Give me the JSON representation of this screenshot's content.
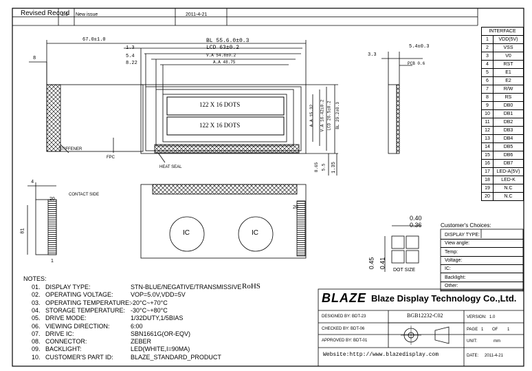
{
  "revision": {
    "header_label": "Revised Record",
    "rev": "1.0",
    "description": "New issue",
    "date": "2011-4-21"
  },
  "dimensions": {
    "overall_width": "67.0±1.0",
    "bl": "BL  55.6.0±0.3",
    "lcd": "LCD  63±0.2",
    "va": "V.A  54.8±0.2",
    "aa": "A.A  48.75",
    "d13": "1.3",
    "d54": "5.4",
    "d822": "8.22",
    "d8": "8",
    "d33": "3.3",
    "d54b": "5.4±0.3",
    "pcb": "PCB 0.6",
    "d4": "4",
    "d20": "20",
    "d1": "1",
    "d20b": "20",
    "d81": "81",
    "d865": "8.65",
    "d55": "5.5",
    "d135": "1.35",
    "v_aa": "A.A  15.32",
    "v_va": "V.A  16.42±0.2",
    "v_lcd": "LCD  26.5±0.2",
    "v_bl": "BL  29.2±0.3",
    "dim_040": "0.40",
    "dim_036": "0.36",
    "dim_045": "0.45",
    "dim_041": "0.41"
  },
  "labels": {
    "row1": "122 X 16 DOTS",
    "row2": "122 X 16 DOTS",
    "stiffener": "STIFFENER",
    "fpc": "FPC",
    "heat_seal": "HEAT SEAL",
    "contact_side": "CONTACT SIDE",
    "ic1": "IC",
    "ic2": "IC",
    "dot_size": "DOT SIZE"
  },
  "interface": {
    "title": "INTERFACE",
    "pins": [
      {
        "n": "1",
        "name": "VDD(5V)"
      },
      {
        "n": "2",
        "name": "VSS"
      },
      {
        "n": "3",
        "name": "V0"
      },
      {
        "n": "4",
        "name": "RST"
      },
      {
        "n": "5",
        "name": "E1"
      },
      {
        "n": "6",
        "name": "E2"
      },
      {
        "n": "7",
        "name": "R/W"
      },
      {
        "n": "8",
        "name": "RS"
      },
      {
        "n": "9",
        "name": "DB0"
      },
      {
        "n": "10",
        "name": "DB1"
      },
      {
        "n": "11",
        "name": "DB2"
      },
      {
        "n": "12",
        "name": "DB3"
      },
      {
        "n": "13",
        "name": "DB4"
      },
      {
        "n": "14",
        "name": "DB5"
      },
      {
        "n": "15",
        "name": "DB6"
      },
      {
        "n": "16",
        "name": "DB7"
      },
      {
        "n": "17",
        "name": "LED-A(5V)"
      },
      {
        "n": "18",
        "name": "LED-K"
      },
      {
        "n": "19",
        "name": "N.C"
      },
      {
        "n": "20",
        "name": "N.C"
      }
    ]
  },
  "customer_choices": {
    "title": "Customer's Choices:",
    "rows": [
      "DISPLAY TYPE:",
      "View angle:",
      "Temp:",
      "Voltage:",
      "IC:",
      "Backlight:",
      "Other:"
    ]
  },
  "notes": {
    "title": "NOTES:",
    "items": [
      {
        "n": "01.",
        "label": "DISPLAY TYPE:",
        "value": "STN-BLUE/NEGATIVE/TRANSMISSIVE"
      },
      {
        "n": "02.",
        "label": "OPERATING VOLTAGE:",
        "value": "VOP=5.0V,VDD=5V"
      },
      {
        "n": "03.",
        "label": "OPERATING TEMPERATURE:",
        "value": "-20°C~+70°C"
      },
      {
        "n": "04.",
        "label": "STORAGE TEMPERATURE:",
        "value": "-30°C~+80°C"
      },
      {
        "n": "05.",
        "label": "DRIVE MODE:",
        "value": "1/32DUTY,1/5BIAS"
      },
      {
        "n": "06.",
        "label": "VIEWING DIRECTION:",
        "value": "6:00"
      },
      {
        "n": "07.",
        "label": "DRIVE IC:",
        "value": "SBN1661G(OR-EQV)"
      },
      {
        "n": "08.",
        "label": "CONNECTOR:",
        "value": "ZEBER"
      },
      {
        "n": "09.",
        "label": "BACKLIGHT:",
        "value": "LED(WHITE,I=90MA)"
      },
      {
        "n": "10.",
        "label": "CUSTOMER'S PART ID:",
        "value": "BLAZE_STANDARD_PRODUCT"
      }
    ],
    "rohs": "RoHS"
  },
  "title_block": {
    "logo": "BLAZE",
    "company": "Blaze Display Technology Co.,Ltd.",
    "designed_by": "DESIGNED BY: BDT-23",
    "checked_by": "CHECKED BY: BDT-06",
    "approved_by": "APPROVED BY: BDT-01",
    "part_number": "BGB12232-C02",
    "version_label": "VERSION:",
    "version": "1.0",
    "page_label": "PAGE",
    "page": "1",
    "of_label": "OF",
    "pages": "1",
    "unit_label": "UNIT:",
    "unit": "mm",
    "website": "Website:http://www.blazedisplay.com",
    "date_label": "DATE:",
    "date": "2011-4-21"
  }
}
